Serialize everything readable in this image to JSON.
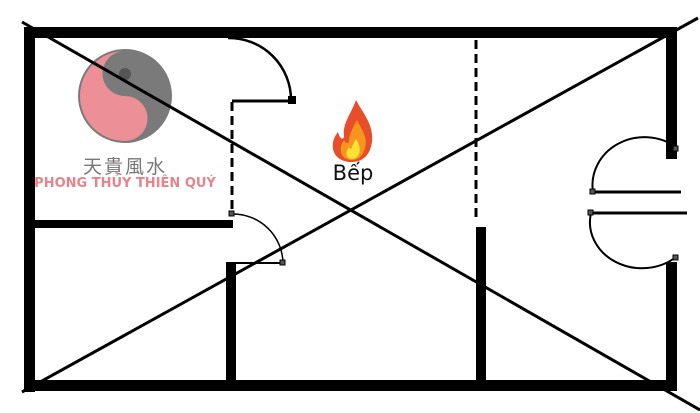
{
  "logo": {
    "chinese": "天貴風水",
    "brand": "PHONG THỦY THIÊN QUÝ",
    "pink": "#e8838c",
    "gray": "#7a7a7a"
  },
  "room_label": "Bếp",
  "icons": [
    "yin-yang-icon",
    "fire-icon"
  ]
}
